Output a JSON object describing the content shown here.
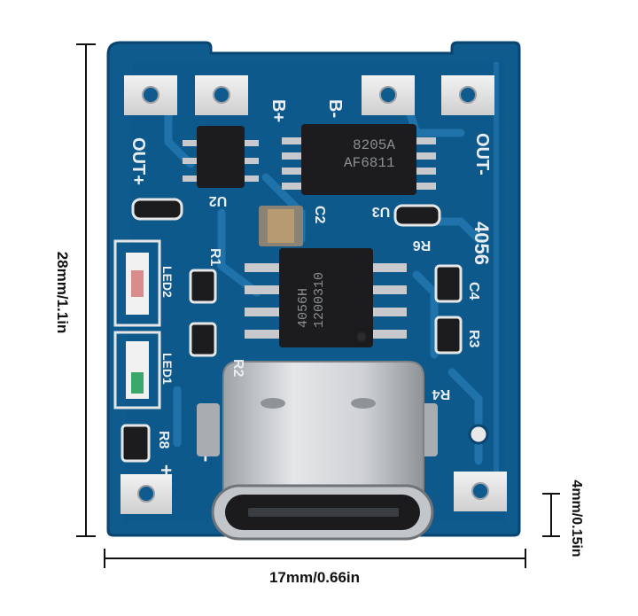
{
  "dimensions": {
    "height": "28mm/1.1in",
    "width": "17mm/0.66in",
    "connector_height": "4mm/0.15in"
  },
  "board_labels": {
    "b_plus": "B+",
    "b_minus": "B-",
    "out_plus": "OUT+",
    "out_minus": "OUT-",
    "model": "4056",
    "u2": "U2",
    "u3": "U3",
    "c2": "C2",
    "c4": "C4",
    "r1": "R1",
    "r2": "R2",
    "r3": "R3",
    "r4": "R4",
    "r6": "R6",
    "r8": "R8",
    "led1": "LED1",
    "led2": "LED2",
    "plus": "+",
    "minus": "-"
  },
  "chip_markings": {
    "protection_ic_line1": "8205A",
    "protection_ic_line2": "AF6811",
    "charger_ic_line1": "4056H",
    "charger_ic_line2": "1200310"
  },
  "colors": {
    "board": "#0e5a8c",
    "board_dark": "#0a4a76",
    "trace": "#1a6ea5",
    "pad": "#e6e6e6",
    "chip": "#1d1d1f",
    "connector": "#c9ccd0"
  }
}
